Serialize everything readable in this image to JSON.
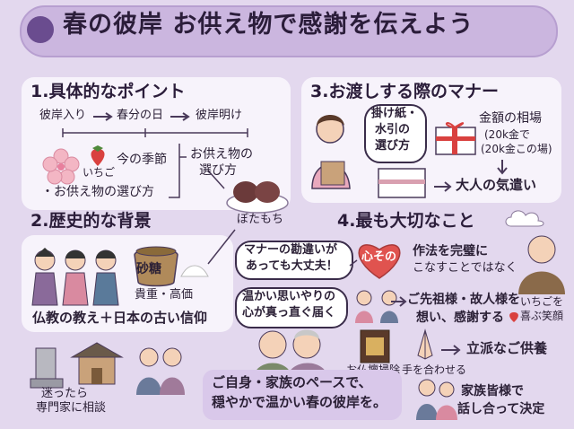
{
  "title": "春の彼岸 お供え物で感謝を伝えよう",
  "section1": {
    "heading": "1.具体的なポイント",
    "timeline": [
      "彼岸入り",
      "春分の日",
      "彼岸明け"
    ],
    "ichigo": "いちご",
    "season": "今の季節",
    "choose": "・お供え物の選び方",
    "offering_line1": "お供え物の",
    "offering_line2": "選び方",
    "botamochi": "ぼたもち"
  },
  "section2": {
    "heading": "2.歴史的な背景",
    "sugar": "砂糖",
    "valuable": "貴重・高価",
    "belief": "仏教の教え＋日本の古い信仰",
    "consult_line1": "迷ったら",
    "consult_line2": "専門家に相談"
  },
  "section3": {
    "heading": "3.お渡しする際のマナー",
    "bubble_line1": "掛け紙・",
    "bubble_line2": "水引の",
    "bubble_line3": "選び方",
    "market": "金額の相場",
    "note1": "(20k金で",
    "note2": "(20k金この場)",
    "adult": "大人の気遣い"
  },
  "section4": {
    "heading": "4.最も大切なこと",
    "heart": "心その",
    "manner_line1": "作法を完璧に",
    "manner_line2": "こなすことではなく",
    "bubble1_line1": "マナーの勘違いが",
    "bubble1_line2": "あっても大丈夫！",
    "bubble2_line1": "温かい思いやりの",
    "bubble2_line2": "心が真っ直ぐ届く",
    "ancestors_line1": "ご先祖様・故人様を",
    "ancestors_line2": "想い、感謝する",
    "ichigo_line1": "いちごを",
    "ichigo_line2": "喜ぶ笑顔",
    "altar": "お仏壇掃除",
    "hands": "手を合わせる",
    "offering": "立派なご供養"
  },
  "footer": {
    "center_line1": "ご自身・家族のペースで、",
    "center_line2": "穏やかで温かい春の彼岸を。",
    "right_line1": "家族皆様で",
    "right_line2": "話し合って決定"
  },
  "colors": {
    "accent": "#6a4c8f",
    "background": "#e3d8ee",
    "panel": "#f7f3fb",
    "heart": "#e0534f"
  }
}
